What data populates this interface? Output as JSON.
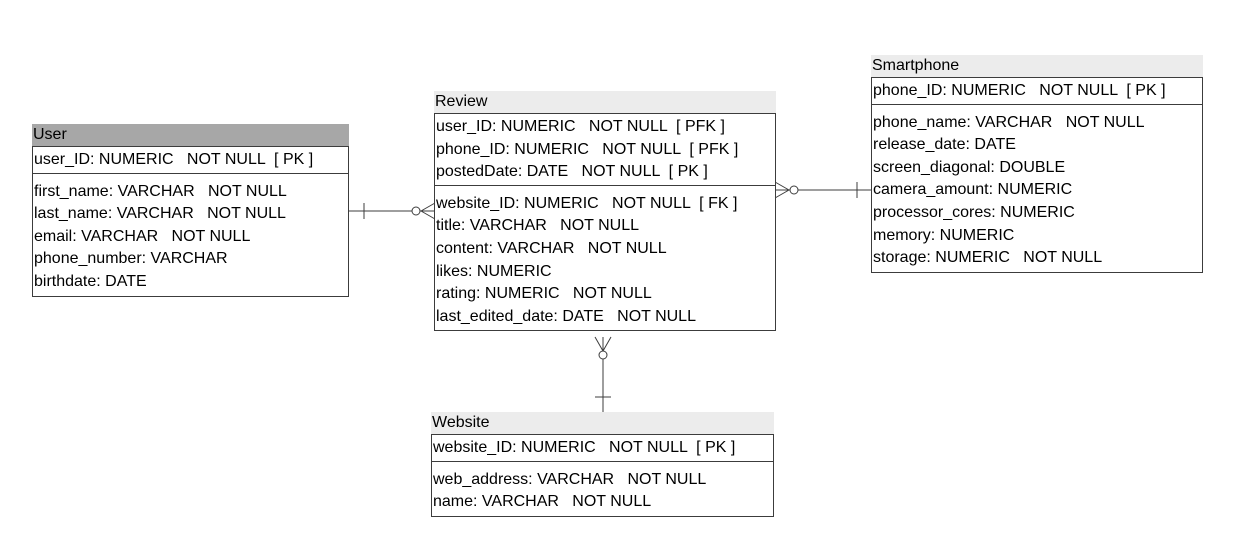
{
  "entities": {
    "user": {
      "title": "User",
      "keys": [
        "user_ID: NUMERIC   NOT NULL  [ PK ]"
      ],
      "attributes": [
        "first_name: VARCHAR   NOT NULL",
        "last_name: VARCHAR   NOT NULL",
        "email: VARCHAR   NOT NULL",
        "phone_number: VARCHAR",
        "birthdate: DATE"
      ]
    },
    "review": {
      "title": "Review",
      "keys": [
        "user_ID: NUMERIC   NOT NULL  [ PFK ]",
        "phone_ID: NUMERIC   NOT NULL  [ PFK ]",
        "postedDate: DATE   NOT NULL  [ PK ]"
      ],
      "attributes": [
        "website_ID: NUMERIC   NOT NULL  [ FK ]",
        "title: VARCHAR   NOT NULL",
        "content: VARCHAR   NOT NULL",
        "likes: NUMERIC",
        "rating: NUMERIC   NOT NULL",
        "last_edited_date: DATE   NOT NULL"
      ]
    },
    "smartphone": {
      "title": "Smartphone",
      "keys": [
        "phone_ID: NUMERIC   NOT NULL  [ PK ]"
      ],
      "attributes": [
        "phone_name: VARCHAR   NOT NULL",
        "release_date: DATE",
        "screen_diagonal: DOUBLE",
        "camera_amount: NUMERIC",
        "processor_cores: NUMERIC",
        "memory: NUMERIC",
        "storage: NUMERIC   NOT NULL"
      ]
    },
    "website": {
      "title": "Website",
      "keys": [
        "website_ID: NUMERIC   NOT NULL  [ PK ]"
      ],
      "attributes": [
        "web_address: VARCHAR   NOT NULL",
        "name: VARCHAR   NOT NULL"
      ]
    }
  },
  "colors": {
    "line": "#3c3c3c",
    "title_bg": "#ececec",
    "selected_title_bg": "#a7a7a7"
  }
}
